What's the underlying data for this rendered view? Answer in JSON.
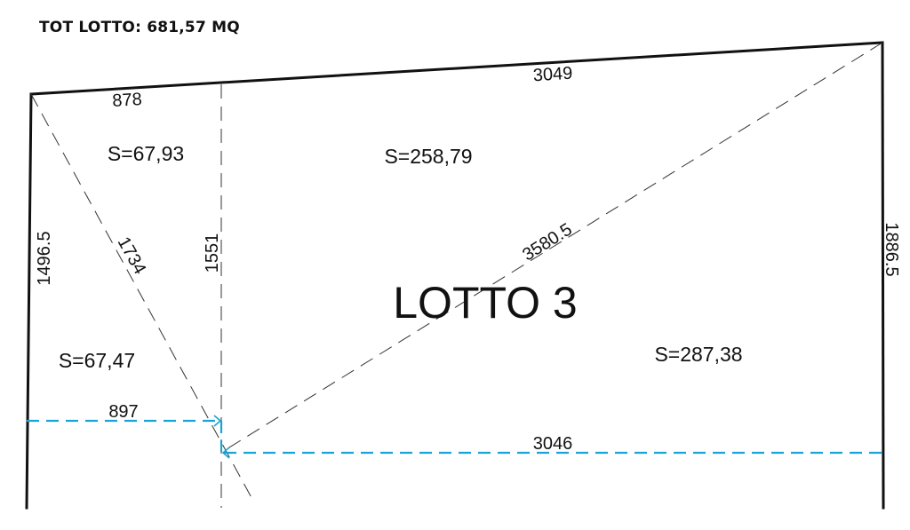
{
  "header": {
    "total_label": "TOT LOTTO: 681,57 MQ"
  },
  "lot": {
    "title": "LOTTO 3"
  },
  "areas": {
    "top_left": "S=67,93",
    "top_center": "S=258,79",
    "bottom_left": "S=67,47",
    "bottom_right": "S=287,38"
  },
  "dimensions": {
    "top_left_edge": "878",
    "top_right_edge": "3049",
    "left_edge": "1496.5",
    "right_edge": "1886.5",
    "vertical_divider": "1551",
    "left_diagonal": "1734",
    "main_diagonal": "3580.5",
    "lower_left_width": "897",
    "lower_right_width": "3046"
  },
  "colors": {
    "boundary": "#111111",
    "construction_line": "#333333",
    "measure_line": "#1aa3d6",
    "background": "#ffffff"
  }
}
